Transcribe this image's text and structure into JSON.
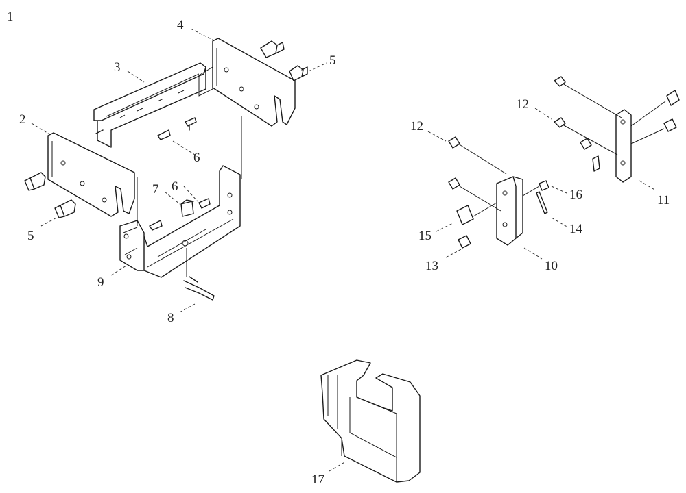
{
  "figure": {
    "number": "1",
    "callouts": [
      "2",
      "3",
      "4",
      "5",
      "5",
      "6",
      "6",
      "7",
      "8",
      "9",
      "10",
      "11",
      "12",
      "12",
      "13",
      "14",
      "15",
      "16",
      "17"
    ]
  }
}
